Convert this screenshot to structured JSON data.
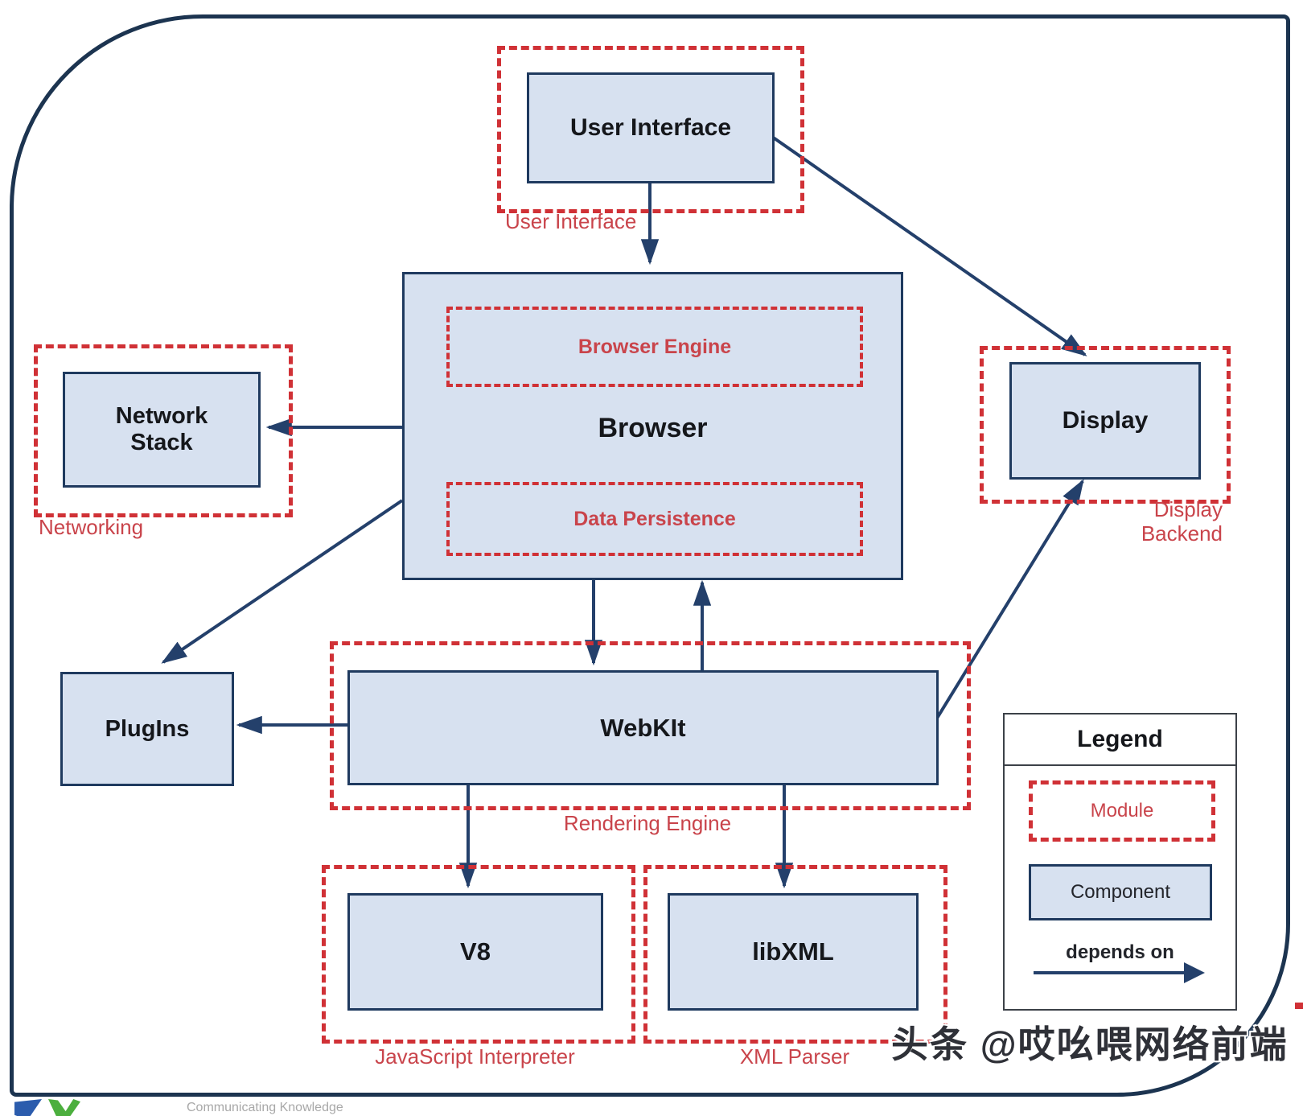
{
  "nodes": {
    "user_interface": {
      "label": "User Interface"
    },
    "browser": {
      "label": "Browser"
    },
    "browser_engine": {
      "label": "Browser Engine"
    },
    "data_persistence": {
      "label": "Data Persistence"
    },
    "network_stack": {
      "label": "Network Stack"
    },
    "display": {
      "label": "Display"
    },
    "plugins": {
      "label": "PlugIns"
    },
    "webkit": {
      "label": "WebKIt"
    },
    "v8": {
      "label": "V8"
    },
    "libxml": {
      "label": "libXML"
    }
  },
  "module_labels": {
    "user_interface": "User Interface",
    "networking": "Networking",
    "display_backend": "Display Backend",
    "rendering_engine": "Rendering Engine",
    "javascript_interpreter": "JavaScript Interpreter",
    "xml_parser": "XML Parser"
  },
  "legend": {
    "title": "Legend",
    "module_label": "Module",
    "component_label": "Component",
    "depends_on_label": "depends on"
  },
  "watermark": "头条 @哎吆喂网络前端",
  "footer_tagline": "Communicating Knowledge",
  "colors": {
    "box-fill": "#d7e1f0",
    "box-border": "#1f3a5f",
    "module-red": "#d03136",
    "label-red": "#c9444b",
    "arrow": "#24406b",
    "outer-border": "#1c3450",
    "legend-border": "#3c4148",
    "watermark-color": "#2f3138",
    "logo-blue": "#2b5cad",
    "logo-green": "#4caf3e",
    "tagline-gray": "#a8a8a8"
  }
}
